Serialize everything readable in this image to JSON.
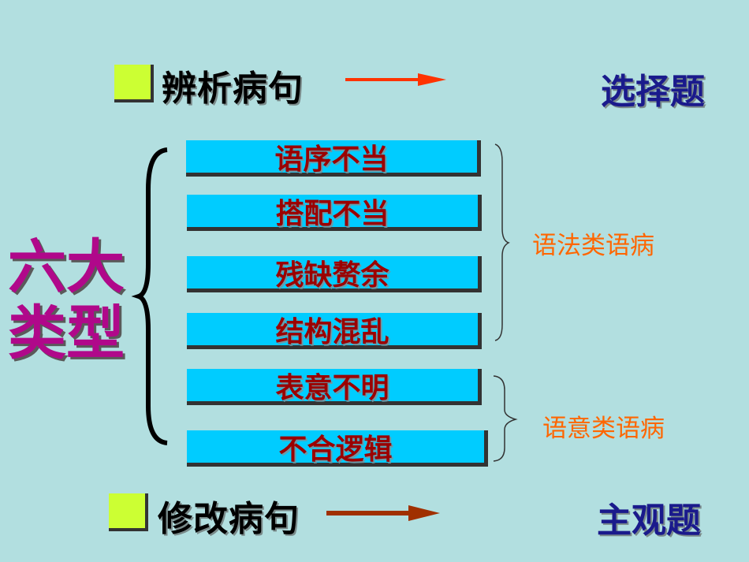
{
  "top_row": {
    "label": "辨析病句",
    "result": "选择题"
  },
  "bottom_row": {
    "label": "修改病句",
    "result": "主观题"
  },
  "main_label": {
    "line1": "六大",
    "line2": "类型"
  },
  "types": [
    "语序不当",
    "搭配不当",
    "残缺赘余",
    "结构混乱",
    "表意不明",
    "不合逻辑"
  ],
  "categories": {
    "grammar": "语法类语病",
    "meaning": "语意类语病"
  },
  "colors": {
    "background": "#b2dfe0",
    "box": "#00ccff",
    "box_text": "#9b0000",
    "marker": "#ccff33",
    "arrow": "#ff3300",
    "category": "#ff6600",
    "main_label": "#b0088a",
    "result": "#1a1a8c"
  }
}
